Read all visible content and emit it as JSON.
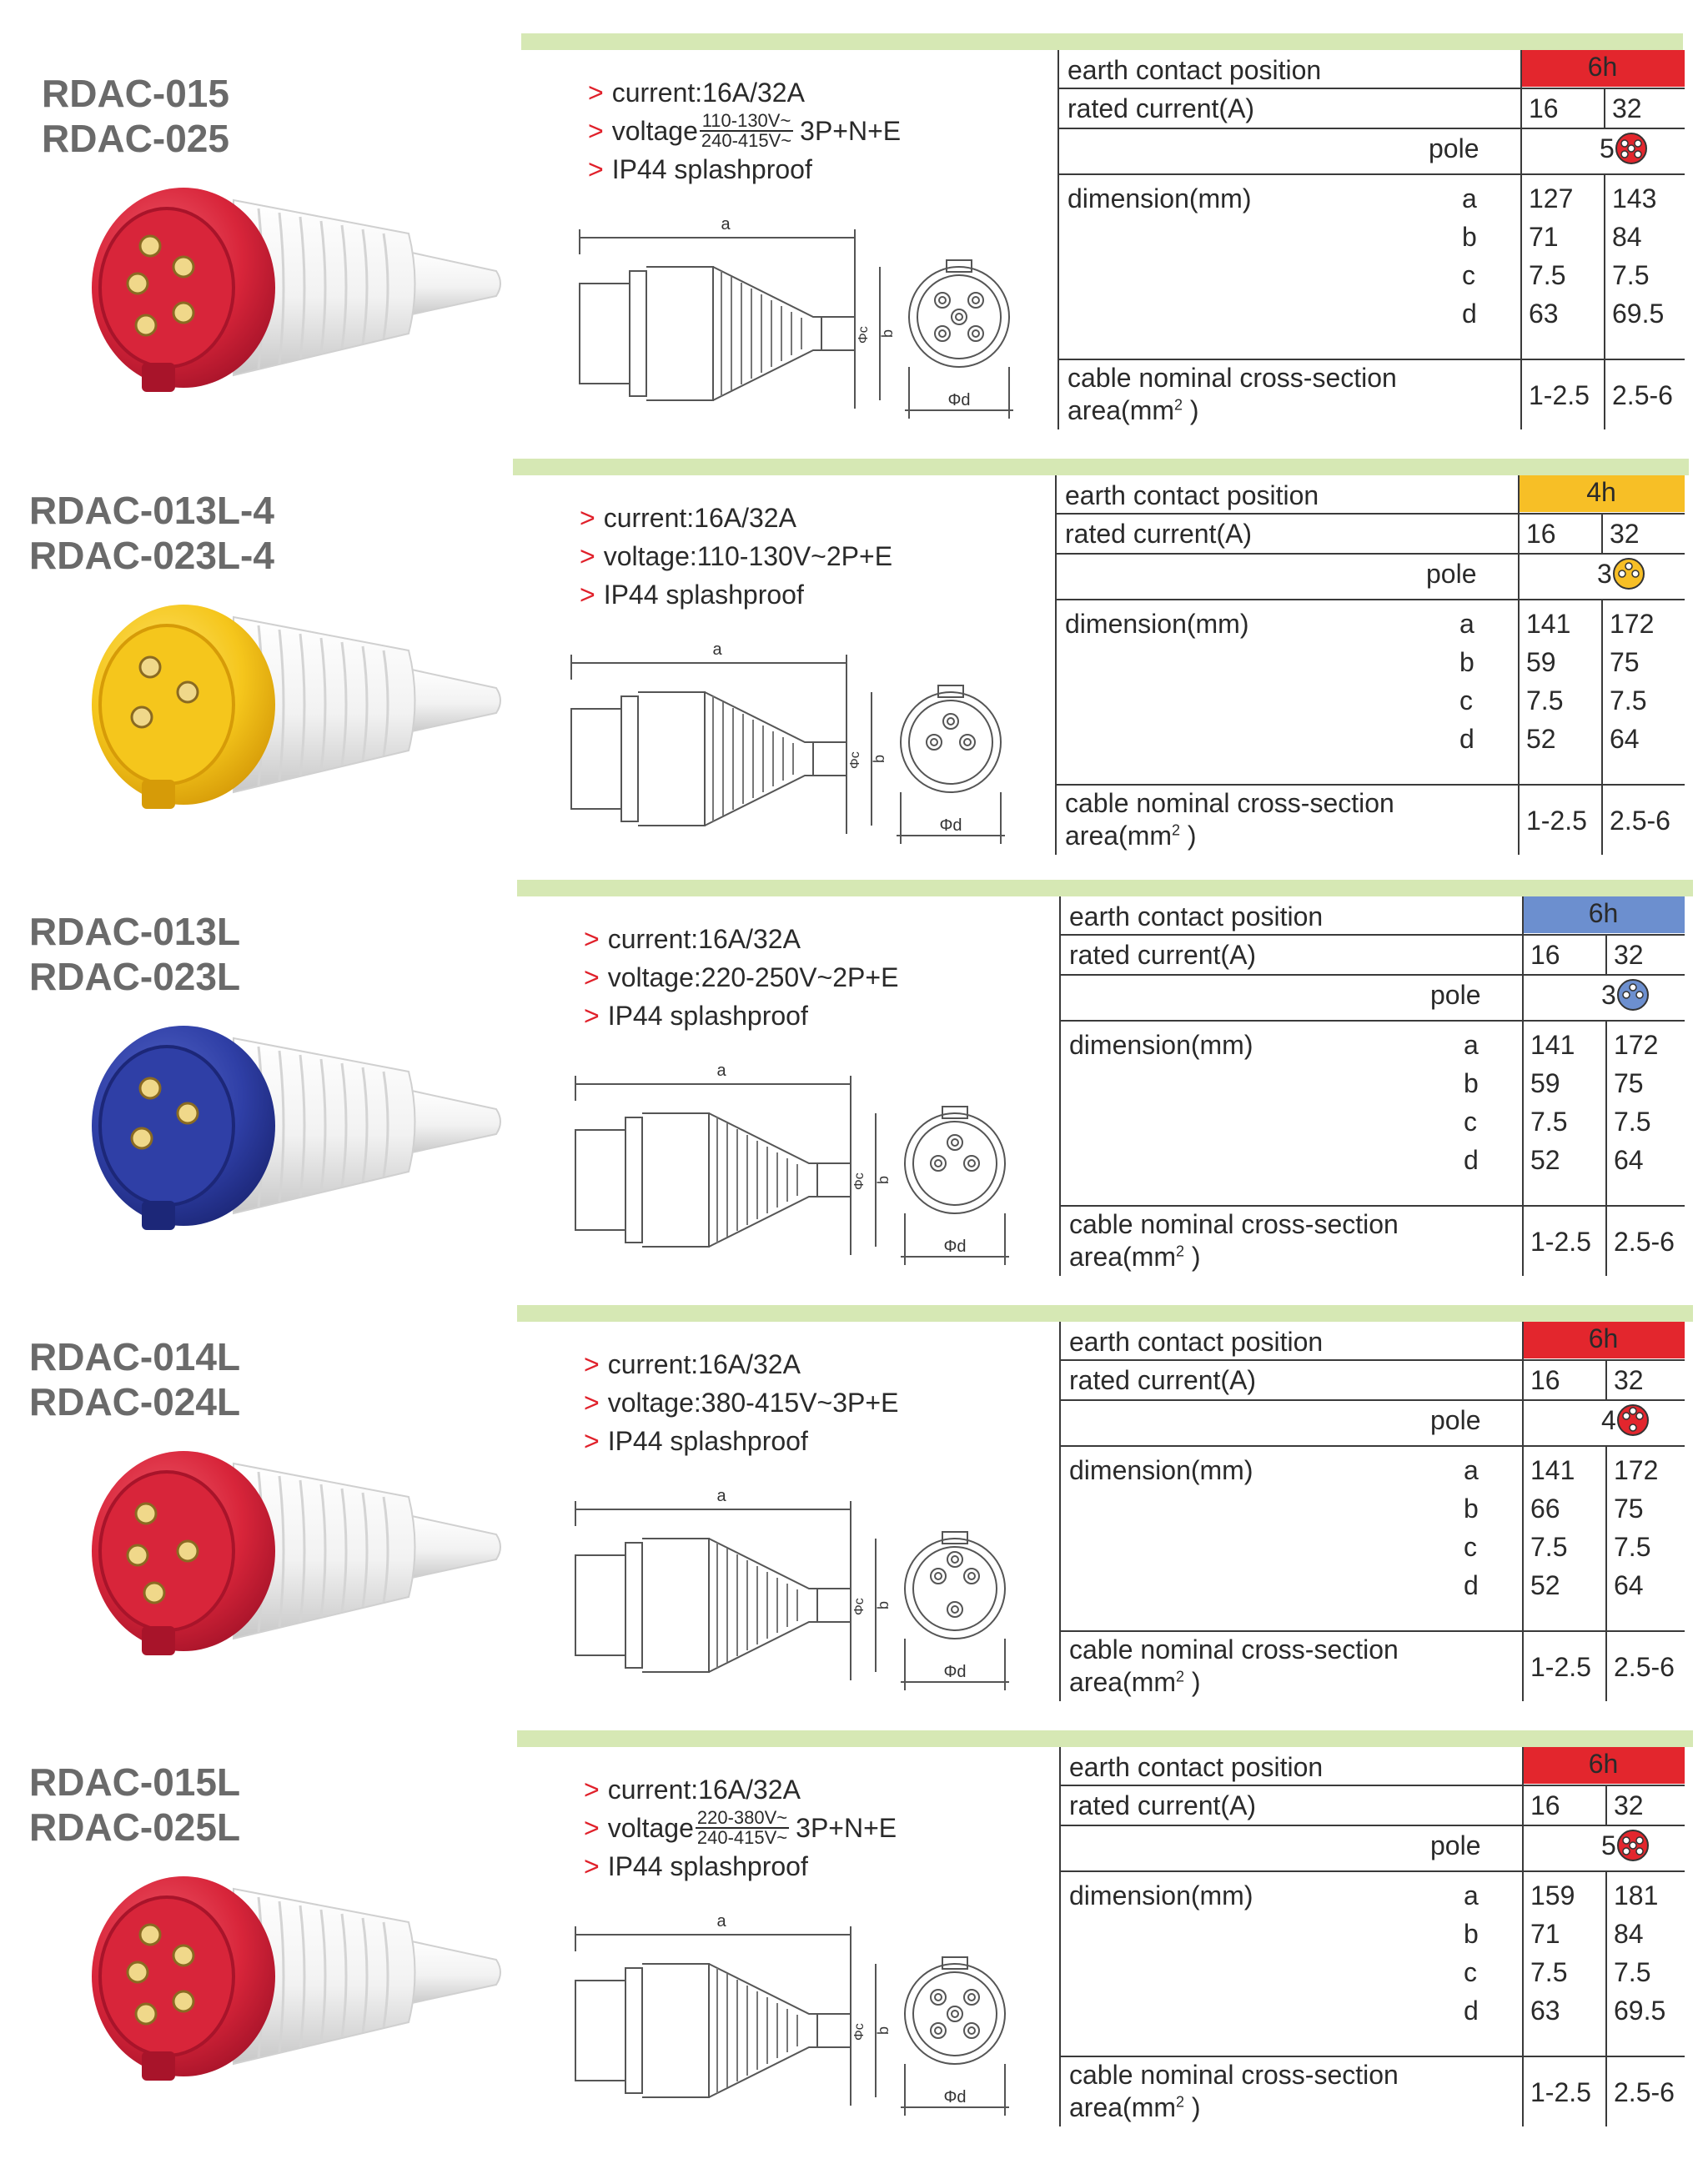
{
  "labels": {
    "earth": "earth contact position",
    "rated": "rated current(A)",
    "pole": "pole",
    "dimension": "dimension(mm)",
    "cable1": "cable nominal cross-section",
    "cable2": "area(mm",
    "cable_sup": "2",
    "cable3": " )",
    "current_label": "current:",
    "voltage_label": "voltage",
    "ip": "IP44 splashproof",
    "dim_a": "a",
    "dim_b": "b",
    "dim_c": "c",
    "dim_d": "d",
    "diag_a": "a",
    "diag_b": "b",
    "diag_phic": "Φc",
    "diag_phid": "Φd",
    "arrow": ">"
  },
  "colors": {
    "red": "#e3262d",
    "yellow": "#f7bf26",
    "blue": "#6c8fcf",
    "green_bar": "#d6e8b4"
  },
  "products": [
    {
      "models": [
        "RDAC-015",
        "RDAC-025"
      ],
      "plug_color": "red",
      "current": "16A/32A",
      "voltage_plain": "",
      "voltage_num": "110-130V~",
      "voltage_den": "240-415V~",
      "voltage_suffix": "3P+N+E",
      "earth": "6h",
      "earth_color": "#e3262d",
      "rated": [
        "16",
        "32"
      ],
      "pole": "5",
      "dims": {
        "a": [
          "127",
          "143"
        ],
        "b": [
          "71",
          "84"
        ],
        "c": [
          "7.5",
          "7.5"
        ],
        "d": [
          "63",
          "69.5"
        ]
      },
      "cable": [
        "1-2.5",
        "2.5-6"
      ]
    },
    {
      "models": [
        "RDAC-013L-4",
        "RDAC-023L-4"
      ],
      "plug_color": "yellow",
      "current": "16A/32A",
      "voltage_plain": ":110-130V~2P+E",
      "voltage_num": "",
      "voltage_den": "",
      "voltage_suffix": "",
      "earth": "4h",
      "earth_color": "#f7bf26",
      "rated": [
        "16",
        "32"
      ],
      "pole": "3",
      "dims": {
        "a": [
          "141",
          "172"
        ],
        "b": [
          "59",
          "75"
        ],
        "c": [
          "7.5",
          "7.5"
        ],
        "d": [
          "52",
          "64"
        ]
      },
      "cable": [
        "1-2.5",
        "2.5-6"
      ]
    },
    {
      "models": [
        "RDAC-013L",
        "RDAC-023L"
      ],
      "plug_color": "blue",
      "current": "16A/32A",
      "voltage_plain": ":220-250V~2P+E",
      "voltage_num": "",
      "voltage_den": "",
      "voltage_suffix": "",
      "earth": "6h",
      "earth_color": "#6c8fcf",
      "rated": [
        "16",
        "32"
      ],
      "pole": "3",
      "dims": {
        "a": [
          "141",
          "172"
        ],
        "b": [
          "59",
          "75"
        ],
        "c": [
          "7.5",
          "7.5"
        ],
        "d": [
          "52",
          "64"
        ]
      },
      "cable": [
        "1-2.5",
        "2.5-6"
      ]
    },
    {
      "models": [
        "RDAC-014L",
        "RDAC-024L"
      ],
      "plug_color": "red",
      "current": "16A/32A",
      "voltage_plain": ":380-415V~3P+E",
      "voltage_num": "",
      "voltage_den": "",
      "voltage_suffix": "",
      "earth": "6h",
      "earth_color": "#e3262d",
      "rated": [
        "16",
        "32"
      ],
      "pole": "4",
      "dims": {
        "a": [
          "141",
          "172"
        ],
        "b": [
          "66",
          "75"
        ],
        "c": [
          "7.5",
          "7.5"
        ],
        "d": [
          "52",
          "64"
        ]
      },
      "cable": [
        "1-2.5",
        "2.5-6"
      ]
    },
    {
      "models": [
        "RDAC-015L",
        "RDAC-025L"
      ],
      "plug_color": "red",
      "current": "16A/32A",
      "voltage_plain": "",
      "voltage_num": "220-380V~",
      "voltage_den": "240-415V~",
      "voltage_suffix": "3P+N+E",
      "earth": "6h",
      "earth_color": "#e3262d",
      "rated": [
        "16",
        "32"
      ],
      "pole": "5",
      "dims": {
        "a": [
          "159",
          "181"
        ],
        "b": [
          "71",
          "84"
        ],
        "c": [
          "7.5",
          "7.5"
        ],
        "d": [
          "63",
          "69.5"
        ]
      },
      "cable": [
        "1-2.5",
        "2.5-6"
      ]
    }
  ]
}
